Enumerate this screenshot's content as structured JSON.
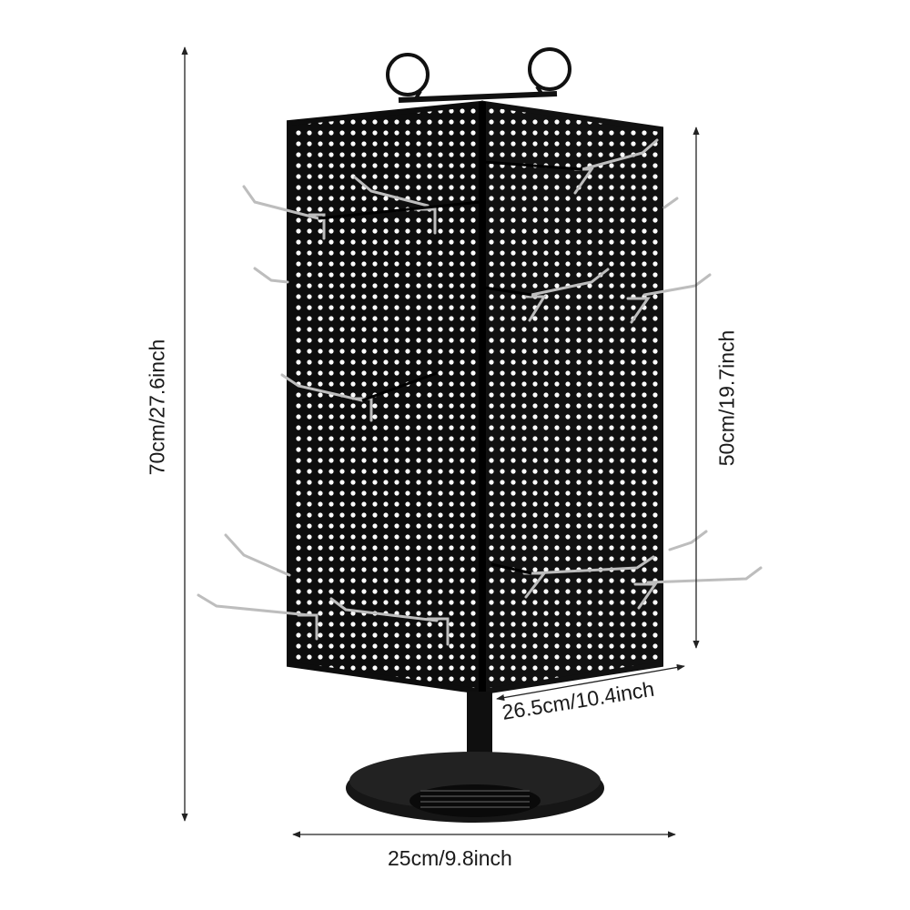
{
  "product": {
    "name_icon": "rotating-pegboard-display-stand",
    "colors": {
      "panel": "#0d0d0d",
      "panel_shade": "#161616",
      "hook": "#c9c9c9",
      "background": "#ffffff",
      "dimension_line": "#222222"
    }
  },
  "dimensions": {
    "total_height": "70cm/27.6inch",
    "panel_height": "50cm/19.7inch",
    "panel_width": "26.5cm/10.4inch",
    "base_width": "25cm/9.8inch"
  }
}
